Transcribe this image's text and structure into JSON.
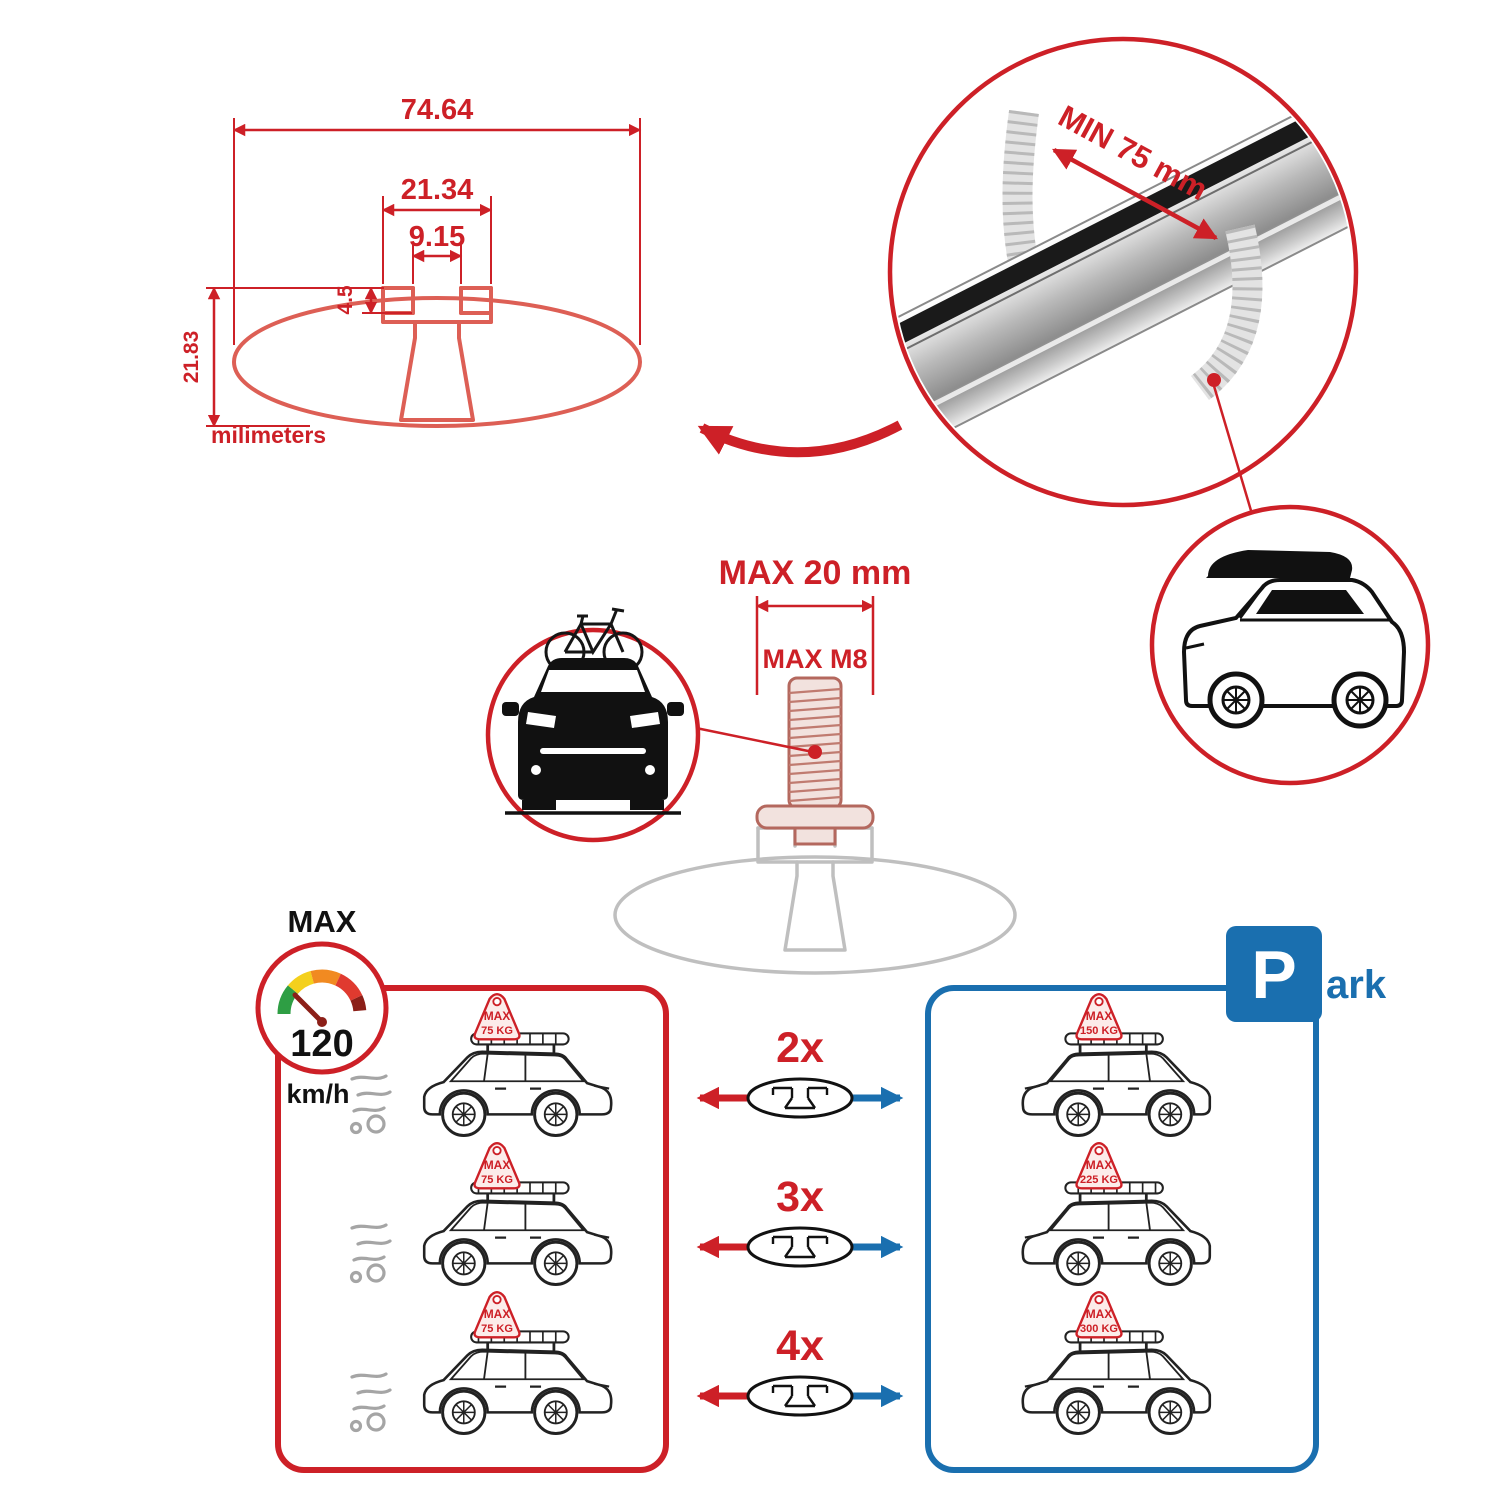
{
  "colors": {
    "red": "#cd2027",
    "blue": "#1a6faf",
    "salmon": "#dd5f55",
    "gray": "#bfbfbf"
  },
  "dimension_drawing": {
    "width": "74.64",
    "opening": "21.34",
    "slot": "9.15",
    "lip": "4.5",
    "height": "21.83",
    "units": "milimeters"
  },
  "bar_detail": {
    "min_span": "MIN 75 mm"
  },
  "bolt_detail": {
    "max_length": "MAX 20 mm",
    "max_thread": "MAX M8"
  },
  "speed_limit": {
    "label": "MAX",
    "value": "120",
    "unit": "km/h"
  },
  "parking": {
    "p": "P",
    "ark": "ark"
  },
  "comparison_rows": [
    {
      "count": "2x",
      "moving_tag": {
        "label": "MAX",
        "weight": "75 KG"
      },
      "parked_tag": {
        "label": "MAX",
        "weight": "150 KG"
      }
    },
    {
      "count": "3x",
      "moving_tag": {
        "label": "MAX",
        "weight": "75 KG"
      },
      "parked_tag": {
        "label": "MAX",
        "weight": "225 KG"
      }
    },
    {
      "count": "4x",
      "moving_tag": {
        "label": "MAX",
        "weight": "75 KG"
      },
      "parked_tag": {
        "label": "MAX",
        "weight": "300 KG"
      }
    }
  ]
}
